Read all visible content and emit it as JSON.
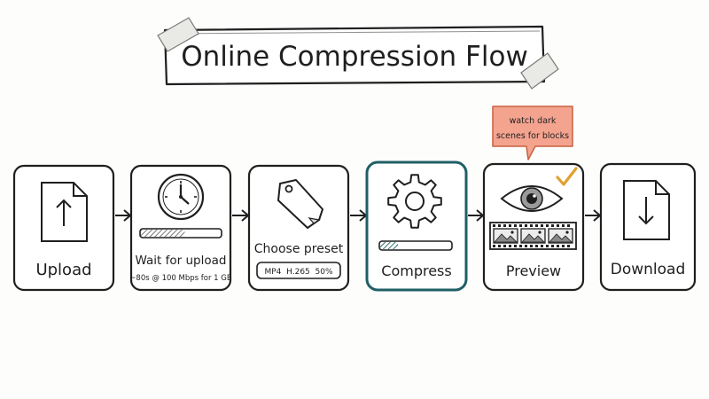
{
  "title": "Online Compression Flow",
  "colors": {
    "ink": "#1f1f1f",
    "accent_teal": "#1f5f66",
    "callout_fill": "#f4a38f",
    "callout_stroke": "#c9603f",
    "check": "#e0a030",
    "tape": "#e9e9e6"
  },
  "steps": [
    {
      "label": "Upload",
      "icon": "document-up-arrow-icon"
    },
    {
      "label": "Wait for upload",
      "note": "~80s @ 100 Mbps for 1 GB",
      "icon": "clock-icon",
      "progress": 0.55
    },
    {
      "label": "Choose preset",
      "preset": "MP4  H.265  50%",
      "icon": "tag-icon"
    },
    {
      "label": "Compress",
      "icon": "gear-icon",
      "progress": 0.25,
      "highlighted": true
    },
    {
      "label": "Preview",
      "icon": "eye-icon",
      "checked": true
    },
    {
      "label": "Download",
      "icon": "document-down-arrow-icon"
    }
  ],
  "callout": {
    "line1": "watch dark",
    "line2": "scenes for blocks"
  }
}
